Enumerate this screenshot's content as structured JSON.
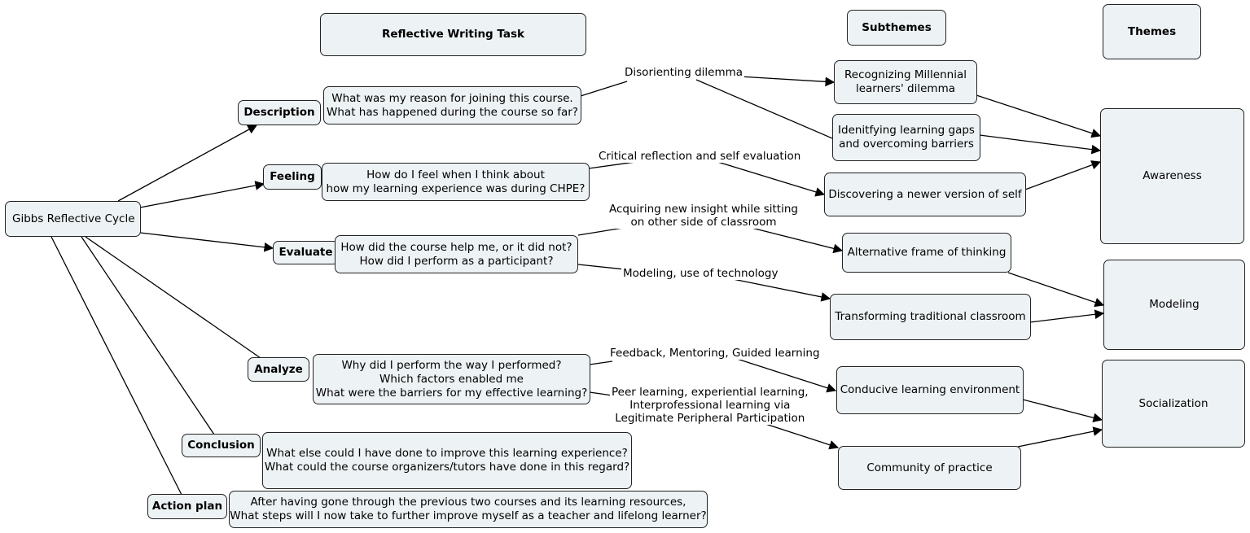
{
  "headers": {
    "reflective_task": "Reflective Writing Task",
    "subthemes": "Subthemes",
    "themes": "Themes"
  },
  "root": "Gibbs Reflective Cycle",
  "stages": {
    "description": "Description",
    "feeling": "Feeling",
    "evaluate": "Evaluate",
    "analyze": "Analyze",
    "conclusion": "Conclusion",
    "action_plan": "Action plan"
  },
  "questions": {
    "description": "What was my reason for joining this course.\nWhat has happened during the course so far?",
    "feeling": "How do I feel when I think about\nhow my learning experience was during CHPE?",
    "evaluate": "How did the course help me, or it did not?\nHow did I perform as a participant?",
    "analyze": "Why did I perform the way I performed?\nWhich factors enabled me\nWhat were the barriers for my effective learning?",
    "conclusion": "What else could I have done to improve this learning experience?\nWhat could the course organizers/tutors have done in this regard?",
    "action_plan": "After having gone through the previous two courses and its learning resources,\nWhat steps will I now take to further improve myself as a teacher and lifelong learner?"
  },
  "edge_labels": {
    "disorienting": "Disorienting dilemma",
    "critical": "Critical reflection and self evaluation",
    "insight": "Acquiring new insight while sitting\non other side of classroom",
    "modeling_tech": "Modeling, use of technology",
    "feedback": "Feedback, Mentoring, Guided learning",
    "peer": "Peer learning, experiential learning,\nInterprofessional learning via\nLegitimate Peripheral Participation"
  },
  "subthemes": {
    "millennial": "Recognizing Millennial\nlearners' dilemma",
    "gaps": "Idenitfying learning gaps\nand overcoming barriers",
    "newer_self": "Discovering a newer version of self",
    "alt_frame": "Alternative frame of thinking",
    "transforming": "Transforming traditional classroom",
    "conducive": "Conducive learning environment",
    "community": "Community of practice"
  },
  "themes": {
    "awareness": "Awareness",
    "modeling": "Modeling",
    "socialization": "Socialization"
  }
}
